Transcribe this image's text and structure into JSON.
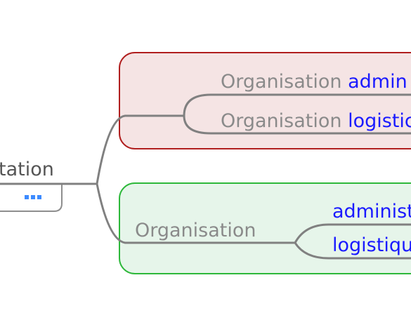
{
  "colors": {
    "connector": "#808080",
    "keyword_blue": "#1a1aff",
    "label_gray": "#8a8a8a",
    "root_text": "#555555",
    "red_box_fill": "#f5e4e4",
    "red_box_border": "#b01e1e",
    "green_box_fill": "#e6f5ea",
    "green_box_border": "#2db83a",
    "collapse_dots": "#3d8bff"
  },
  "root": {
    "label": "tation",
    "collapse_icon": "more-dots-icon"
  },
  "red_group": {
    "items": [
      {
        "prefix": "Organisation ",
        "keyword": "admin"
      },
      {
        "prefix": "Organisation ",
        "keyword": "logistic"
      }
    ]
  },
  "green_group": {
    "label": "Organisation",
    "items": [
      {
        "keyword": "administ"
      },
      {
        "keyword": "logistiqu"
      }
    ]
  }
}
